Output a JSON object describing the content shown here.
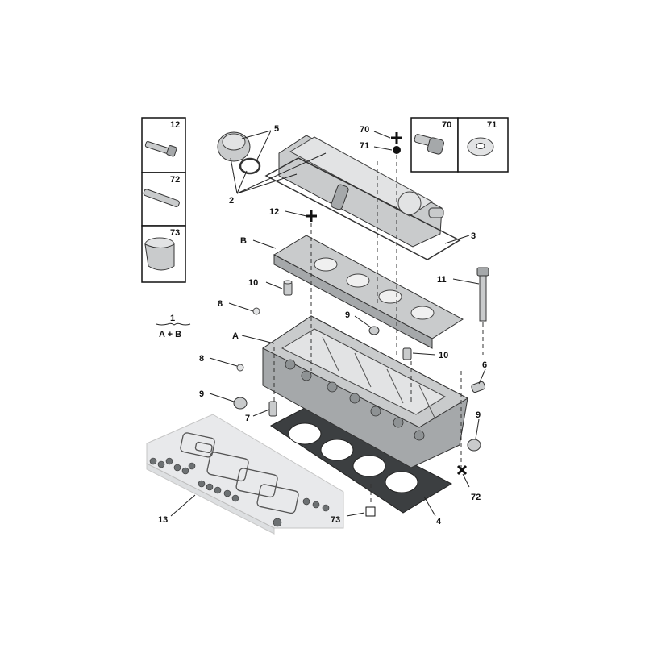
{
  "labels": {
    "p12_box": "12",
    "p72_box": "72",
    "p73_box": "73",
    "p70_box": "70",
    "p71_box": "71",
    "p5": "5",
    "p2": "2",
    "p70": "70",
    "p71": "71",
    "p12": "12",
    "p3": "3",
    "pB": "B",
    "p10a": "10",
    "p11": "11",
    "p8a": "8",
    "p1": "1",
    "p1sub": "A + B",
    "p9a": "9",
    "pA": "A",
    "p10b": "10",
    "p8b": "8",
    "p6": "6",
    "p9b": "9",
    "p7": "7",
    "p9c": "9",
    "p72": "72",
    "p13": "13",
    "p73": "73",
    "p4": "4"
  }
}
